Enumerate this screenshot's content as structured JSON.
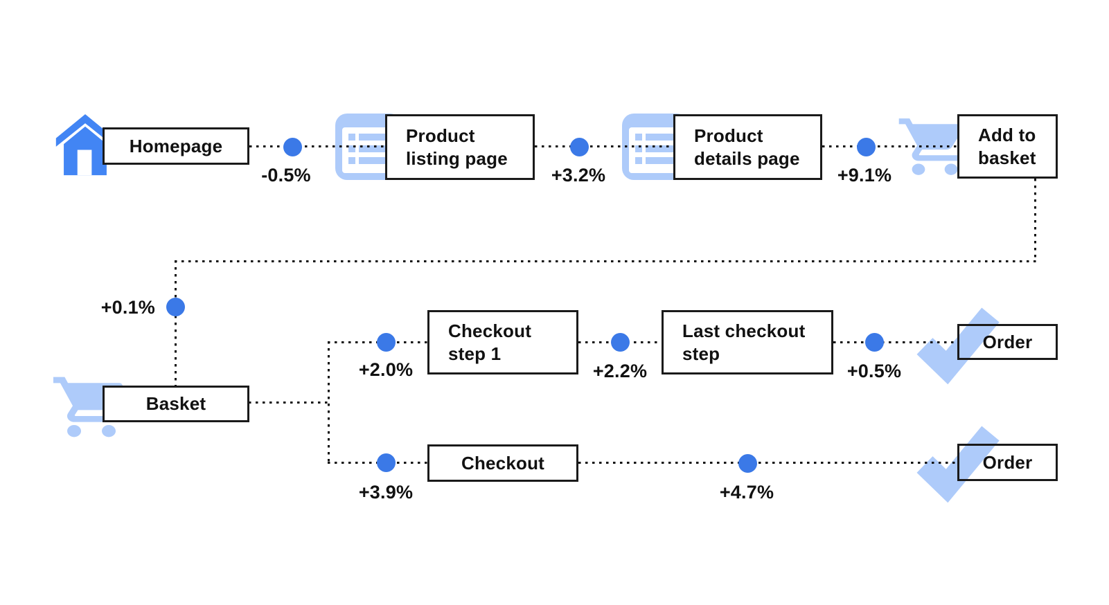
{
  "colors": {
    "house_blue": "#4285F4",
    "dot_blue": "#3B79E7",
    "icon_light_blue": "#AECBFA",
    "line_color": "#111111",
    "box_border": "#1A1A1A",
    "text": "#111111",
    "background": "#FFFFFF"
  },
  "funnel": {
    "nodes": {
      "homepage": {
        "label": "Homepage",
        "icon": "home-icon"
      },
      "product_listing": {
        "label": "Product\nlisting page",
        "icon": "page-list-icon"
      },
      "product_details": {
        "label": "Product\ndetails page",
        "icon": "page-list-icon"
      },
      "add_to_basket": {
        "label": "Add to\nbasket",
        "icon": "shopping-cart-icon"
      },
      "basket": {
        "label": "Basket",
        "icon": "shopping-cart-icon"
      },
      "checkout_step_1": {
        "label": "Checkout\nstep 1",
        "icon": null
      },
      "last_checkout_step": {
        "label": "Last checkout\nstep",
        "icon": null
      },
      "order_top": {
        "label": "Order",
        "icon": "checkmark-icon"
      },
      "checkout": {
        "label": "Checkout",
        "icon": null
      },
      "order_bottom": {
        "label": "Order",
        "icon": "checkmark-icon"
      }
    },
    "deltas": {
      "homepage_to_product_listing": "-0.5%",
      "product_listing_to_product_details": "+3.2%",
      "product_details_to_add_to_basket": "+9.1%",
      "add_to_basket_to_basket": "+0.1%",
      "basket_to_checkout_step_1": "+2.0%",
      "checkout_step_1_to_last_checkout_step": "+2.2%",
      "last_checkout_step_to_order": "+0.5%",
      "basket_to_checkout": "+3.9%",
      "checkout_to_order": "+4.7%"
    }
  }
}
